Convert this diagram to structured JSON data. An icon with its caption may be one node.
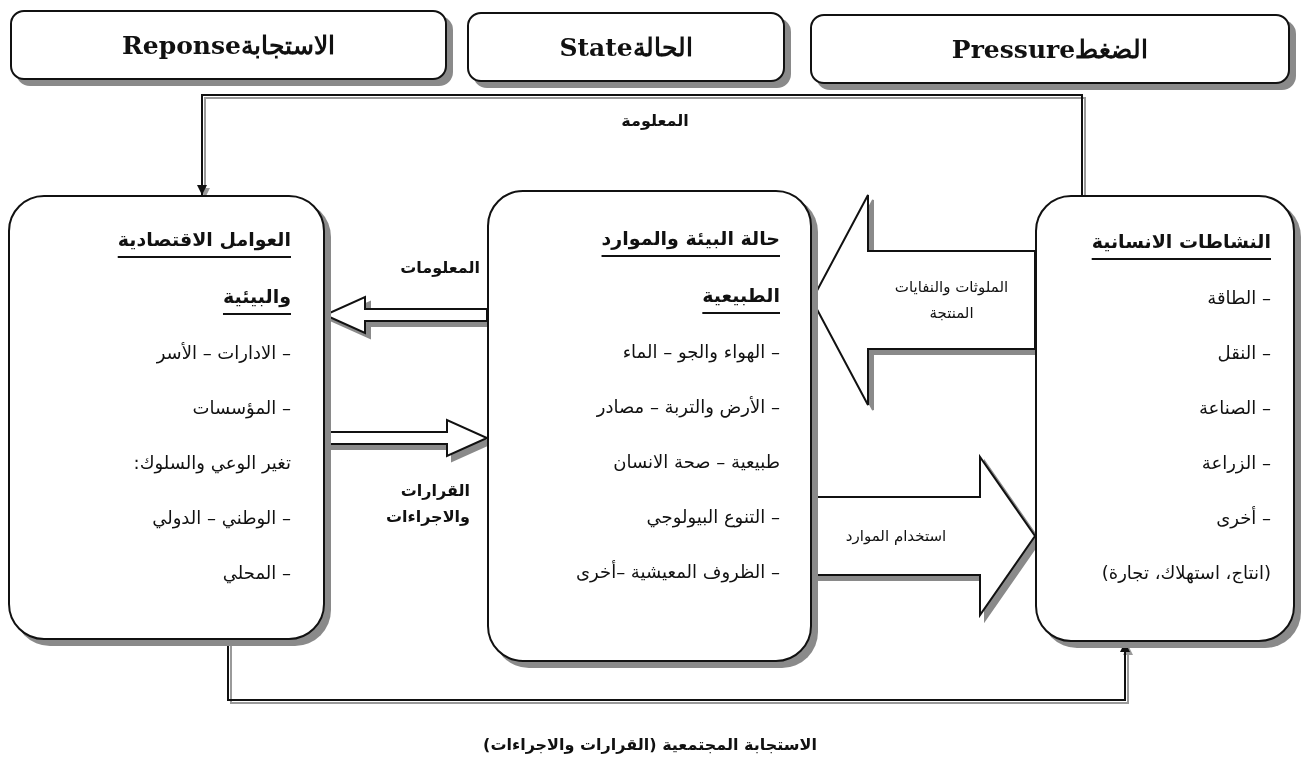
{
  "diagram": {
    "nodes": [
      {
        "text": [
          "الاستجابةReponse"
        ]
      },
      {
        "text": [
          "الحالةState"
        ]
      },
      {
        "text": [
          "الضغطPressure"
        ]
      },
      {
        "text": [
          "العوامل الاقتصادية والبيئية",
          "– الادارات – الأسر",
          "– المؤسسات",
          "تغير الوعي والسلوك:",
          "– الوطني – الدولي",
          "– المحلي"
        ]
      },
      {
        "text": [
          "حالة البيئة والموارد الطبيعية",
          "– الهواء والجو – الماء",
          "– الأرض والتربة – مصادر",
          "طبيعية – صحة الانسان",
          "– التنوع البيولوجي",
          "– الظروف المعيشية –أخرى"
        ]
      },
      {
        "text": [
          "النشاطات الانسانية",
          "– الطاقة",
          "– النقل",
          "– الصناعة",
          "– الزراعة",
          "– أخرى",
          "(انتاج، استهلاك، تجارة)"
        ]
      }
    ],
    "edges": [
      {
        "from": 5,
        "to": 4,
        "arrow": "to",
        "label": "الملوثات والنفايات المنتجة",
        "style": "thick"
      },
      {
        "from": 4,
        "to": 5,
        "arrow": "to",
        "label": "استخدام الموارد",
        "style": "thick"
      },
      {
        "from": 4,
        "to": 3,
        "arrow": "to",
        "label": "المعلومات"
      },
      {
        "from": 3,
        "to": 4,
        "arrow": "to",
        "label": "القرارات والاجراءات"
      },
      {
        "from": 5,
        "to": 3,
        "arrow": "to",
        "label": "المعلومة"
      },
      {
        "from": 3,
        "to": 5,
        "arrow": "to",
        "label": "الاستجابة المجتمعية (القرارات والاجراءات)"
      }
    ]
  }
}
